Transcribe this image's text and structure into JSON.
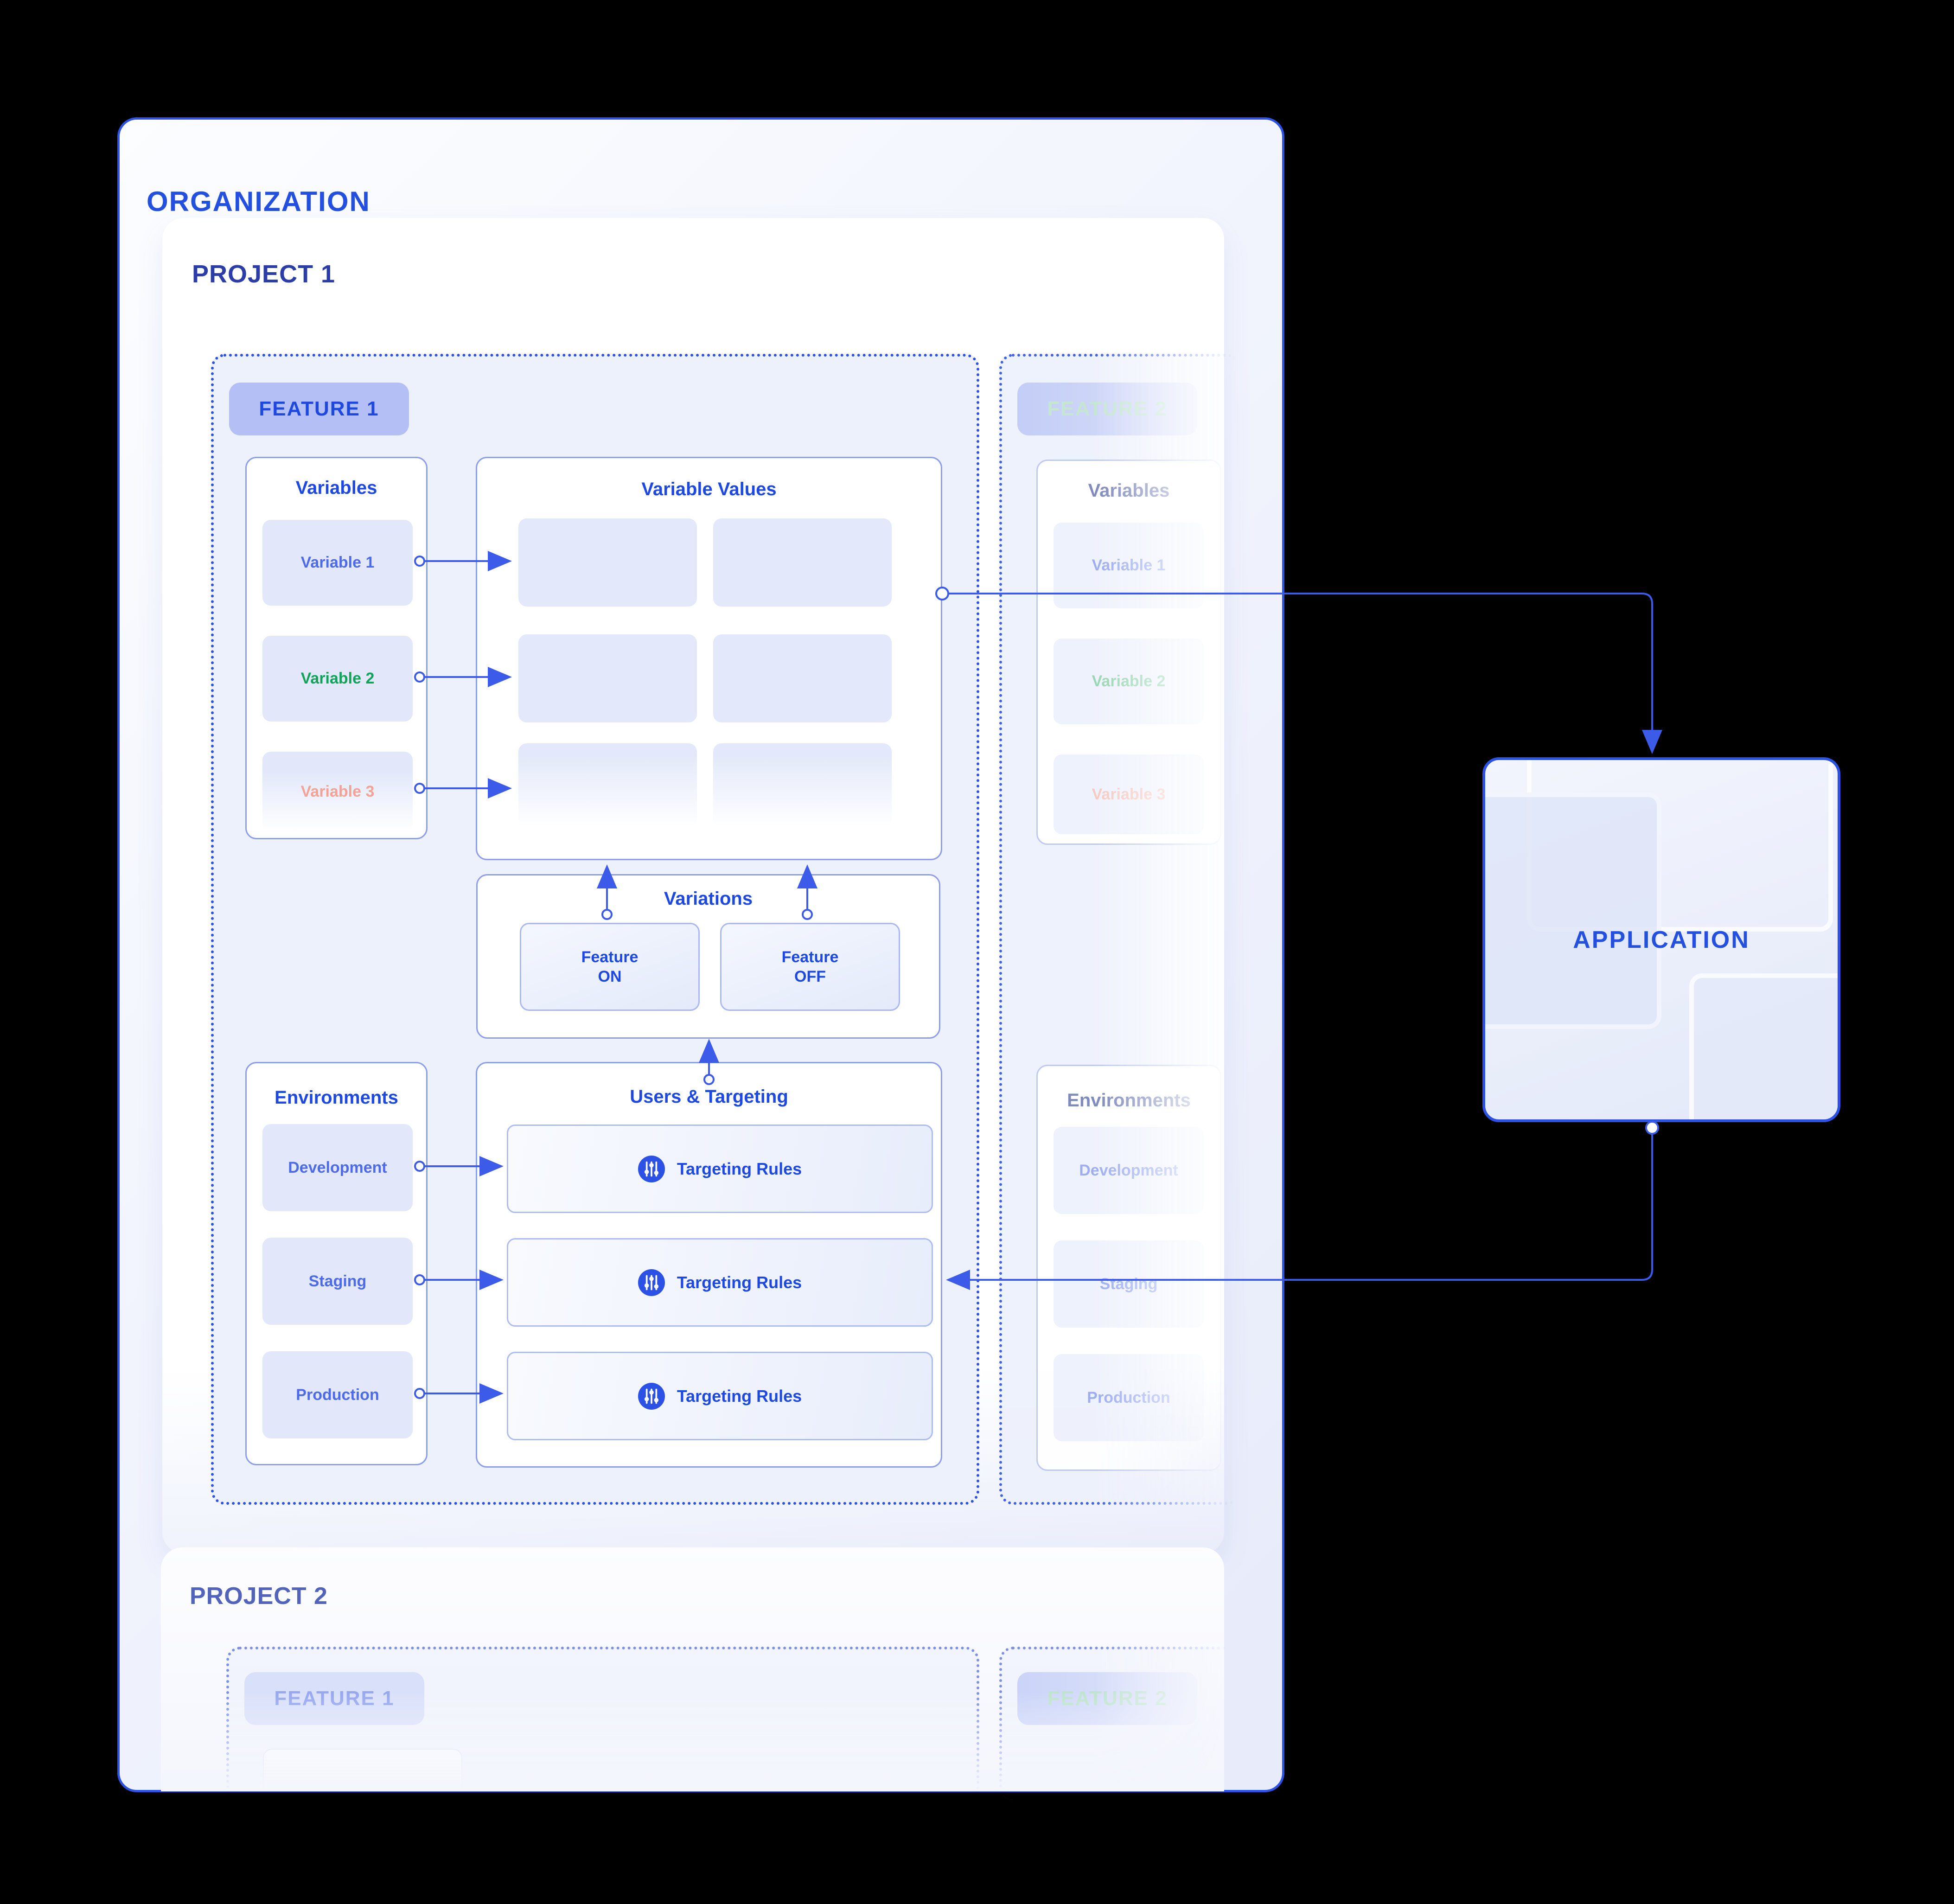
{
  "organization": {
    "title": "ORGANIZATION"
  },
  "application": {
    "title": "APPLICATION"
  },
  "project1": {
    "title": "PROJECT 1",
    "feature1": {
      "badge": "FEATURE 1",
      "variables": {
        "title": "Variables",
        "items": [
          {
            "label": "Variable 1"
          },
          {
            "label": "Variable 2"
          },
          {
            "label": "Variable 3"
          }
        ]
      },
      "variable_values": {
        "title": "Variable Values"
      },
      "variations": {
        "title": "Variations",
        "on": {
          "line1": "Feature",
          "line2": "ON"
        },
        "off": {
          "line1": "Feature",
          "line2": "OFF"
        }
      },
      "environments": {
        "title": "Environments",
        "items": [
          {
            "label": "Development"
          },
          {
            "label": "Staging"
          },
          {
            "label": "Production"
          }
        ]
      },
      "users_targeting": {
        "title": "Users & Targeting",
        "rows": [
          {
            "label": "Targeting Rules"
          },
          {
            "label": "Targeting Rules"
          },
          {
            "label": "Targeting Rules"
          }
        ]
      }
    },
    "feature2": {
      "badge": "FEATURE 2",
      "variables": {
        "title": "Variables",
        "items": [
          {
            "label": "Variable 1"
          },
          {
            "label": "Variable 2"
          },
          {
            "label": "Variable 3"
          }
        ]
      },
      "environments": {
        "title": "Environments",
        "items": [
          {
            "label": "Development"
          },
          {
            "label": "Staging"
          },
          {
            "label": "Production"
          }
        ]
      }
    }
  },
  "project2": {
    "title": "PROJECT 2",
    "feature1_badge": "FEATURE 1",
    "feature2_badge": "FEATURE 2"
  },
  "icons": {
    "targeting_rules": "sliders-icon"
  },
  "colors": {
    "accent_blue": "#2B52E4",
    "title_blue": "#1D49E0",
    "org_title": "#2450E0",
    "project_title": "#2B3EA8",
    "item_blue": "#4D6BE8",
    "variable2_green": "#12A35A",
    "variable3_salmon": "#F2A296",
    "badge_bg": "#B3BFF5",
    "panel_border": "#8D9DEE",
    "item_bg": "#E2E8FA",
    "background": "#000000"
  }
}
